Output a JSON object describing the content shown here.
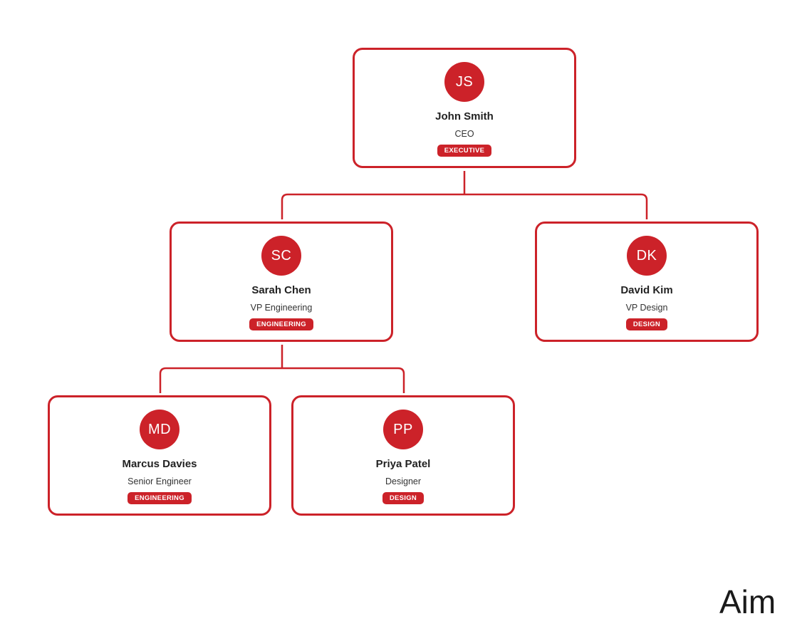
{
  "org_chart": {
    "people": [
      {
        "initials": "JS",
        "name": "John Smith",
        "role": "CEO",
        "department": "EXECUTIVE"
      },
      {
        "initials": "SC",
        "name": "Sarah Chen",
        "role": "VP Engineering",
        "department": "ENGINEERING"
      },
      {
        "initials": "DK",
        "name": "David Kim",
        "role": "VP Design",
        "department": "DESIGN"
      },
      {
        "initials": "MD",
        "name": "Marcus Davies",
        "role": "Senior Engineer",
        "department": "ENGINEERING"
      },
      {
        "initials": "PP",
        "name": "Priya Patel",
        "role": "Designer",
        "department": "DESIGN"
      }
    ],
    "reporting_lines": [
      {
        "manager": "John Smith",
        "reports": [
          "Sarah Chen",
          "David Kim"
        ]
      },
      {
        "manager": "Sarah Chen",
        "reports": [
          "Marcus Davies",
          "Priya Patel"
        ]
      }
    ]
  },
  "colors": {
    "accent": "#cc2229",
    "background": "#ffffff",
    "text": "#222222"
  },
  "brand": {
    "logo_text": "Aim"
  }
}
